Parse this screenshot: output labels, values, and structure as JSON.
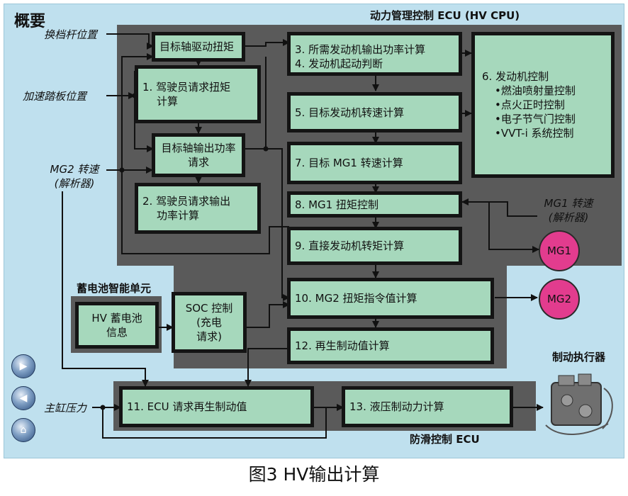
{
  "overview_title": "概要",
  "hv_ecu_label": "动力管理控制 ECU (HV CPU)",
  "abs_ecu_label": "防滑控制 ECU",
  "caption": "图3 HV输出计算",
  "inputs": {
    "shift_lever": "换档杆位置",
    "accel_pedal": "加速踏板位置",
    "mg2_speed": "MG2 转速",
    "mg2_sensor": "(解析器)",
    "mg1_speed": "MG1 转速",
    "mg1_sensor": "(解析器)",
    "master_cyl": "主缸压力"
  },
  "battery_unit_label": "蓄电池智能单元",
  "brake_actuator_label": "制动执行器",
  "boxes": {
    "target_axle_torque": "目标轴驱动扭矩",
    "driver_torque_1": "1. 驾驶员请求扭矩",
    "driver_torque_2": "计算",
    "target_axle_power_1": "目标轴输出功率",
    "target_axle_power_2": "请求",
    "driver_power_1": "2. 驾驶员请求输出",
    "driver_power_2": "功率计算",
    "engine_power": "3. 所需发动机输出功率计算",
    "engine_start": "4. 发动机起动判断",
    "engine_speed": "5. 目标发动机转速计算",
    "engine_control_title": "6. 发动机控制",
    "engine_control_items": [
      "•燃油喷射量控制",
      "•点火正时控制",
      "•电子节气门控制",
      "•VVT-i 系统控制"
    ],
    "mg1_speed_calc": "7. 目标 MG1 转速计算",
    "mg1_torque": "8. MG1 扭矩控制",
    "direct_torque": "9. 直接发动机转矩计算",
    "mg2_torque": "10. MG2 扭矩指令值计算",
    "regen_value": "12. 再生制动值计算",
    "ecu_regen": "11. ECU 请求再生制动值",
    "hydraulic": "13. 液压制动力计算",
    "hv_battery_1": "HV 蓄电池",
    "hv_battery_2": "信息",
    "soc_1": "SOC 控制",
    "soc_2": "(充电",
    "soc_3": "请求)"
  },
  "motors": {
    "mg1": "MG1",
    "mg2": "MG2"
  },
  "nav_icons": [
    "forward-icon",
    "back-icon",
    "home-icon"
  ]
}
